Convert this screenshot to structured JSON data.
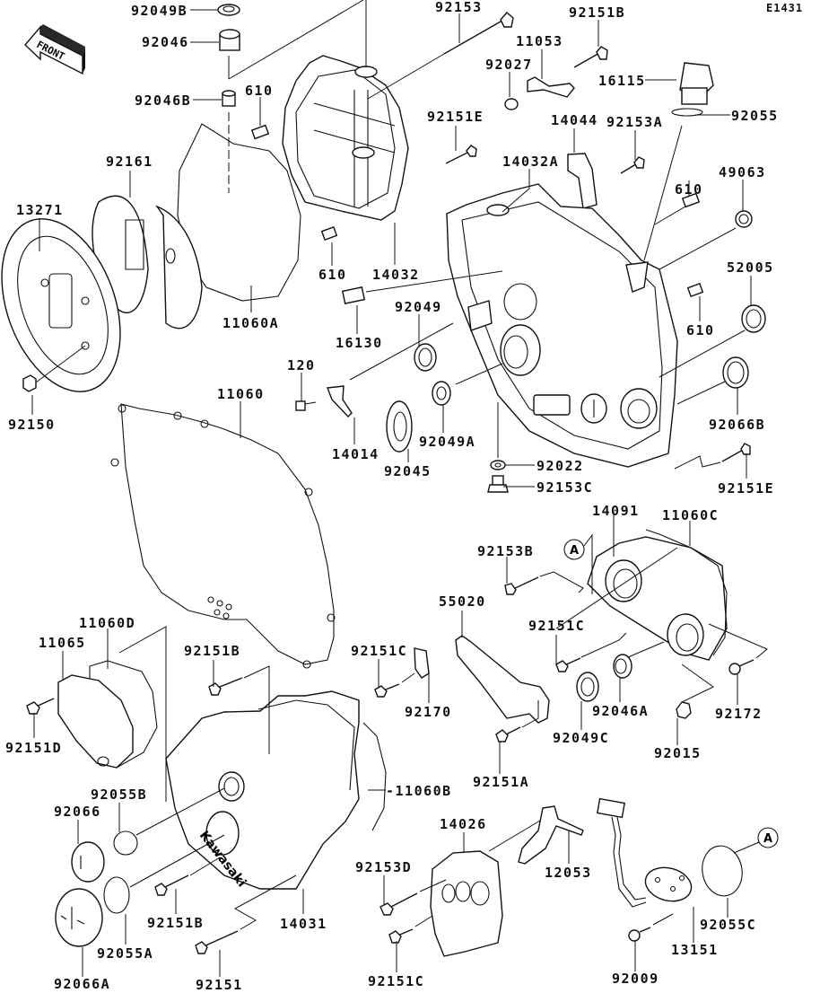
{
  "diagram": {
    "code": "E1431",
    "front_label": "FRONT",
    "ref_marker": "A",
    "brand_text": "Kawasaki",
    "parts": [
      {
        "id": "92049B",
        "label": "92049B"
      },
      {
        "id": "92046",
        "label": "92046"
      },
      {
        "id": "92046B",
        "label": "92046B"
      },
      {
        "id": "610_a",
        "label": "610"
      },
      {
        "id": "92161",
        "label": "92161"
      },
      {
        "id": "13271",
        "label": "13271"
      },
      {
        "id": "92150",
        "label": "92150"
      },
      {
        "id": "11060A",
        "label": "11060A"
      },
      {
        "id": "610_b",
        "label": "610"
      },
      {
        "id": "14032",
        "label": "14032"
      },
      {
        "id": "92153",
        "label": "92153"
      },
      {
        "id": "92151B_a",
        "label": "92151B"
      },
      {
        "id": "11053",
        "label": "11053"
      },
      {
        "id": "92027",
        "label": "92027"
      },
      {
        "id": "16115",
        "label": "16115"
      },
      {
        "id": "92055",
        "label": "92055"
      },
      {
        "id": "92151E_a",
        "label": "92151E"
      },
      {
        "id": "14044",
        "label": "14044"
      },
      {
        "id": "92153A",
        "label": "92153A"
      },
      {
        "id": "14032A",
        "label": "14032A"
      },
      {
        "id": "610_c",
        "label": "610"
      },
      {
        "id": "49063",
        "label": "49063"
      },
      {
        "id": "52005",
        "label": "52005"
      },
      {
        "id": "610_d",
        "label": "610"
      },
      {
        "id": "16130",
        "label": "16130"
      },
      {
        "id": "92049",
        "label": "92049"
      },
      {
        "id": "120",
        "label": "120"
      },
      {
        "id": "14014",
        "label": "14014"
      },
      {
        "id": "92045",
        "label": "92045"
      },
      {
        "id": "92049A",
        "label": "92049A"
      },
      {
        "id": "92022",
        "label": "92022"
      },
      {
        "id": "92153C",
        "label": "92153C"
      },
      {
        "id": "92066B",
        "label": "92066B"
      },
      {
        "id": "92151E_b",
        "label": "92151E"
      },
      {
        "id": "11060",
        "label": "11060"
      },
      {
        "id": "14091",
        "label": "14091"
      },
      {
        "id": "11060C",
        "label": "11060C"
      },
      {
        "id": "92153B",
        "label": "92153B"
      },
      {
        "id": "55020",
        "label": "55020"
      },
      {
        "id": "92151C_a",
        "label": "92151C"
      },
      {
        "id": "92151C_b",
        "label": "92151C"
      },
      {
        "id": "92170",
        "label": "92170"
      },
      {
        "id": "92049C",
        "label": "92049C"
      },
      {
        "id": "92046A",
        "label": "92046A"
      },
      {
        "id": "92172",
        "label": "92172"
      },
      {
        "id": "92015",
        "label": "92015"
      },
      {
        "id": "92151A",
        "label": "92151A"
      },
      {
        "id": "11060D",
        "label": "11060D"
      },
      {
        "id": "11065",
        "label": "11065"
      },
      {
        "id": "92151D",
        "label": "92151D"
      },
      {
        "id": "92151B_b",
        "label": "92151B"
      },
      {
        "id": "11060B",
        "label": "-11060B"
      },
      {
        "id": "92055B",
        "label": "92055B"
      },
      {
        "id": "92066",
        "label": "92066"
      },
      {
        "id": "92151B_c",
        "label": "92151B"
      },
      {
        "id": "14031",
        "label": "14031"
      },
      {
        "id": "92055A",
        "label": "92055A"
      },
      {
        "id": "92066A",
        "label": "92066A"
      },
      {
        "id": "92151",
        "label": "92151"
      },
      {
        "id": "14026",
        "label": "14026"
      },
      {
        "id": "12053",
        "label": "12053"
      },
      {
        "id": "92153D",
        "label": "92153D"
      },
      {
        "id": "92151C_c",
        "label": "92151C"
      },
      {
        "id": "13151",
        "label": "13151"
      },
      {
        "id": "92009",
        "label": "92009"
      },
      {
        "id": "92055C",
        "label": "92055C"
      }
    ]
  }
}
